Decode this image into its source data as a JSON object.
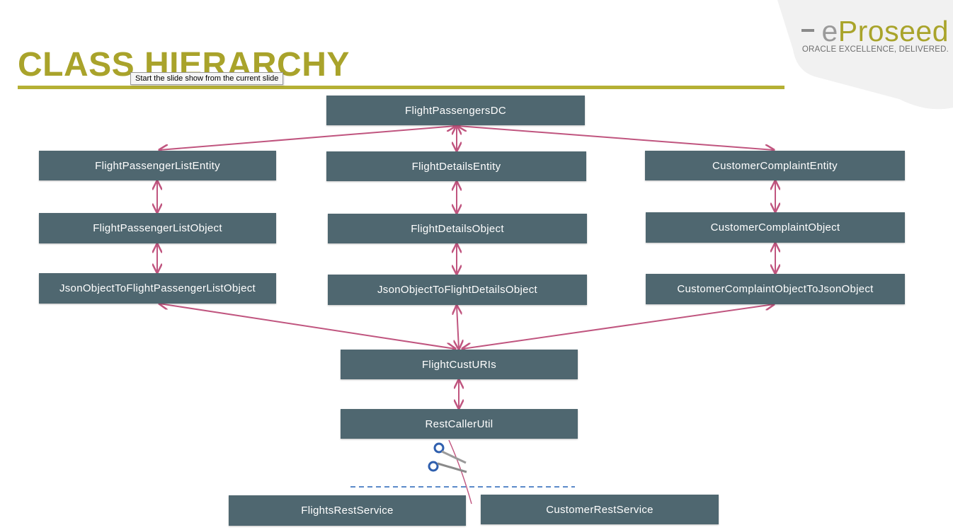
{
  "slide": {
    "title": "CLASS HIERARCHY",
    "tooltip": "Start the slide show from the current slide",
    "logo": {
      "prefix": "e",
      "brand": "Proseed",
      "tagline": "ORACLE EXCELLENCE, DELIVERED."
    }
  },
  "colors": {
    "title": "#a9a32b",
    "node": "#4f6770",
    "connector": "#c0557f",
    "separator": "#5b8ac9"
  },
  "nodes": [
    {
      "id": "flight-passengers-dc",
      "label": "FlightPassengersDC"
    },
    {
      "id": "flight-passenger-list-entity",
      "label": "FlightPassengerListEntity"
    },
    {
      "id": "flight-details-entity",
      "label": "FlightDetailsEntity"
    },
    {
      "id": "customer-complaint-entity",
      "label": "CustomerComplaintEntity"
    },
    {
      "id": "flight-passenger-list-object",
      "label": "FlightPassengerListObject"
    },
    {
      "id": "flight-details-object",
      "label": "FlightDetailsObject"
    },
    {
      "id": "customer-complaint-object",
      "label": "CustomerComplaintObject"
    },
    {
      "id": "json-to-flight-passenger-list",
      "label": "JsonObjectToFlightPassengerListObject"
    },
    {
      "id": "json-to-flight-details",
      "label": "JsonObjectToFlightDetailsObject"
    },
    {
      "id": "customer-complaint-to-json",
      "label": "CustomerComplaintObjectToJsonObject"
    },
    {
      "id": "flight-cust-uris",
      "label": "FlightCustURIs"
    },
    {
      "id": "rest-caller-util",
      "label": "RestCallerUtil"
    },
    {
      "id": "flights-rest-service",
      "label": "FlightsRestService"
    },
    {
      "id": "customer-rest-service",
      "label": "CustomerRestService"
    }
  ]
}
